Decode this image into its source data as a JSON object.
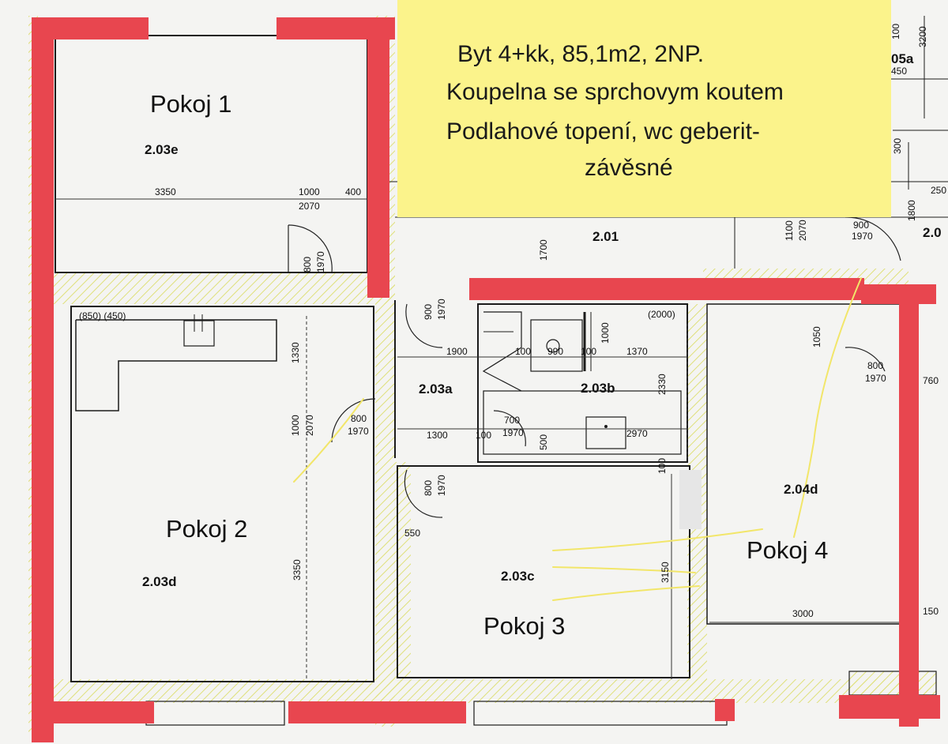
{
  "note": {
    "line1": "Byt 4+kk, 85,1m2, 2NP.",
    "line2": "Koupelna se sprchovym koutem",
    "line3": "Podlahové topení, wc geberit-",
    "line4": "závěsné"
  },
  "rooms": {
    "pokoj1": "Pokoj 1",
    "pokoj2": "Pokoj 2",
    "pokoj3": "Pokoj 3",
    "pokoj4": "Pokoj 4"
  },
  "codes": {
    "r203e": "2.03e",
    "r201": "2.01",
    "r203a": "2.03a",
    "r203b": "2.03b",
    "r203d": "2.03d",
    "r203c": "2.03c",
    "r204d": "2.04d",
    "r205a": "05a",
    "r20edge": "2.0"
  },
  "dims": {
    "d3350a": "3350",
    "d1000a": "1000",
    "d2070a": "2070",
    "d400": "400",
    "d800a": "800",
    "d1970a": "1970",
    "d1700": "1700",
    "d1100": "1100",
    "d2070b": "2070",
    "d900a": "900",
    "d1970b": "1970",
    "d1800": "1800",
    "d250": "250",
    "d100top": "100",
    "d3200": "3200",
    "d450top": "450",
    "d300": "300",
    "d850": "(850) (450)",
    "d1330": "1330",
    "d900b": "900",
    "d1970c": "1970",
    "d1900": "1900",
    "d100a": "100",
    "d990": "990",
    "d100b": "100",
    "d1000c": "1000",
    "d1370": "1370",
    "d2000": "(2000)",
    "d2330": "2330",
    "d1050": "1050",
    "d800d": "800",
    "d1970d": "1970",
    "d760": "760",
    "d1000b": "1000",
    "d2070c": "2070",
    "d800b": "800",
    "d1970e": "1970",
    "d1300": "1300",
    "d100c": "100",
    "d700": "700",
    "d1970f": "1970",
    "d500": "500",
    "d2970": "2970",
    "d100d": "100",
    "d800c": "800",
    "d1970g": "1970",
    "d550": "550",
    "d3350b": "3350",
    "d3150": "3150",
    "d3000": "3000",
    "d150": "150"
  },
  "colors": {
    "wall_highlight": "#e8464f",
    "note_background": "#fbf38b",
    "annotation_stroke": "#f2e66a",
    "hatch": "#dfe07a"
  }
}
